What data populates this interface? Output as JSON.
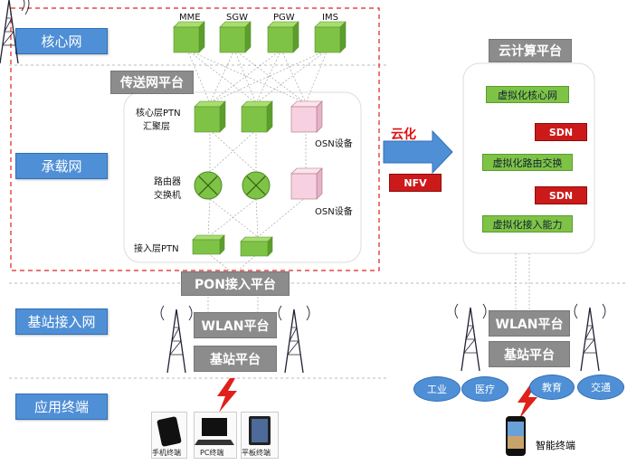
{
  "layers": {
    "core": "核心网",
    "bearer": "承载网",
    "access": "基站接入网",
    "terminal": "应用终端"
  },
  "core_nodes": [
    "MME",
    "SGW",
    "PGW",
    "IMS"
  ],
  "transport_platform": "传送网平台",
  "left_labels": {
    "core_ptn": "核心层PTN",
    "aggregation": "汇聚层",
    "router": "路由器",
    "switch": "交换机",
    "access_ptn": "接入层PTN",
    "osn1": "OSN设备",
    "osn2": "OSN设备"
  },
  "pon_platform": "PON接入平台",
  "wlan_left": "WLAN平台",
  "base_left": "基站平台",
  "cloud_label": "云化",
  "nfv": "NFV",
  "cloud_platform": "云计算平台",
  "virtual_core": "虚拟化核心网",
  "sdn1": "SDN",
  "virtual_routing": "虚拟化路由交换",
  "sdn2": "SDN",
  "virtual_access": "虚拟化接入能力",
  "wlan_right": "WLAN平台",
  "base_right": "基站平台",
  "apps": [
    "工业",
    "医疗",
    "教育",
    "交通"
  ],
  "devices": [
    "手机终端",
    "PC终端",
    "平板终端"
  ],
  "smart_terminal": "智能终端",
  "colors": {
    "blue": "#4f8fd6",
    "green": "#7fc346",
    "red": "#cc1a1a",
    "gray": "#8c8c8c",
    "pink": "#f5c6dd"
  }
}
